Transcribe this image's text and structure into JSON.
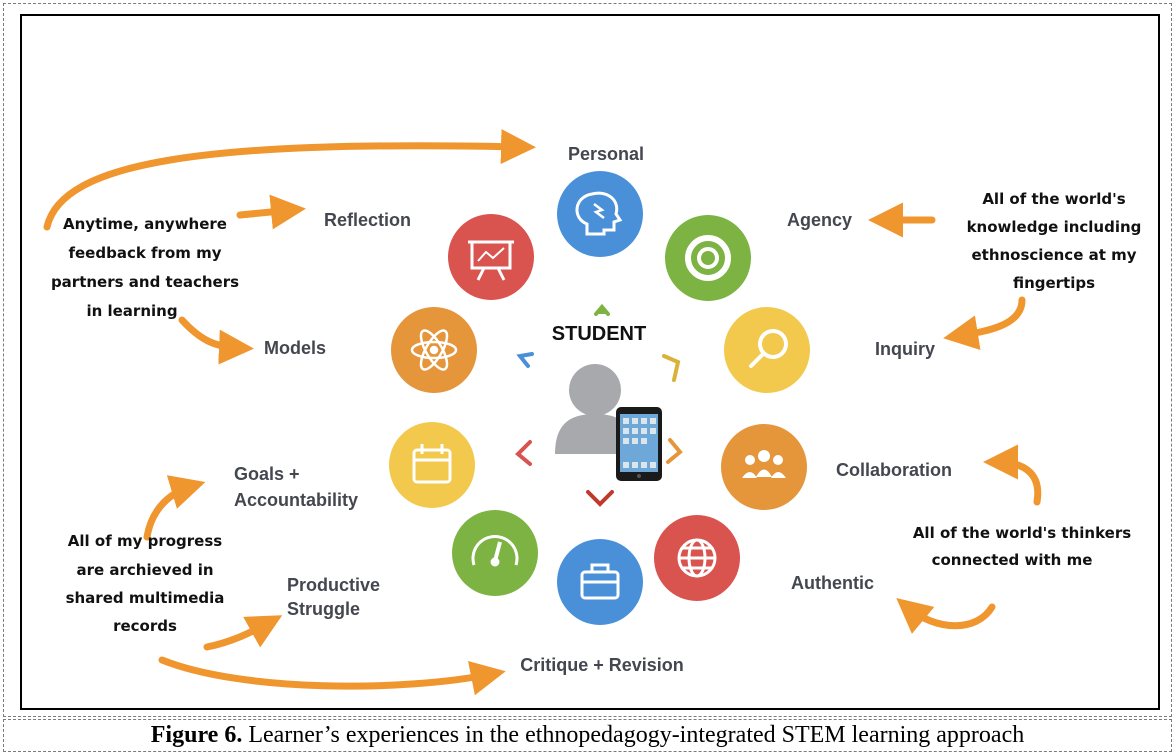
{
  "center": {
    "title": "STUDENT"
  },
  "labels": {
    "personal": "Personal",
    "reflection": "Reflection",
    "agency": "Agency",
    "models": "Models",
    "inquiry": "Inquiry",
    "goals_line1": "Goals +",
    "goals_line2": "Accountability",
    "collaboration": "Collaboration",
    "productive_line1": "Productive",
    "productive_line2": "Struggle",
    "authentic": "Authentic",
    "critique": "Critique + Revision"
  },
  "notes": {
    "feedback": [
      "Anytime, anywhere",
      "feedback from my",
      "partners and teachers",
      "in learning"
    ],
    "knowledge": [
      "All of the world's",
      "knowledge including",
      "ethnoscience at my",
      "fingertips"
    ],
    "progress": [
      "All of my progress",
      "are archieved in",
      "shared multimedia",
      "records"
    ],
    "thinkers": [
      "All of the world's thinkers",
      "connected with me"
    ]
  },
  "colors": {
    "blue": "#4a90d9",
    "green": "#7cb342",
    "yellow": "#f2c94c",
    "orange": "#e5953a",
    "red": "#d9534f",
    "arrow": "#f0962e"
  },
  "icons": [
    "brain-icon",
    "lifebuoy-icon",
    "magnifier-icon",
    "people-icon",
    "globe-icon",
    "briefcase-icon",
    "gauge-icon",
    "calendar-icon",
    "atom-icon",
    "presentation-icon"
  ],
  "caption": {
    "label": "Figure 6.",
    "text": " Learner’s experiences in the ethnopedagogy-integrated STEM learning approach"
  }
}
